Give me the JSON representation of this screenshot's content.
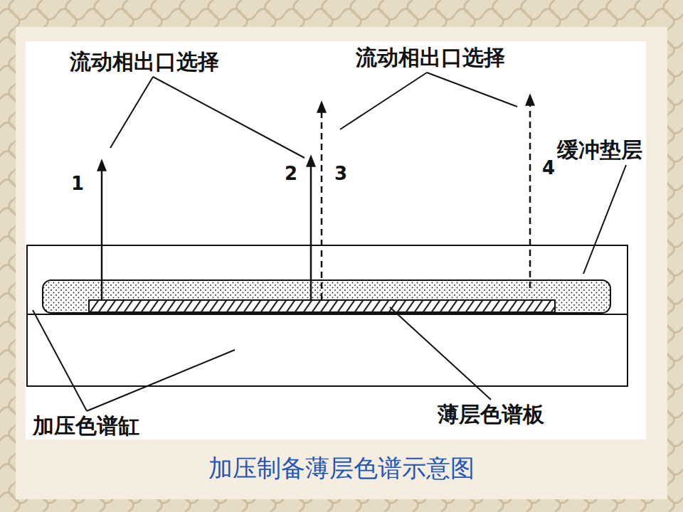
{
  "diagram": {
    "caption": "加压制备薄层色谱示意图",
    "labels": [
      "流动相出口选择",
      "流动相出口选择",
      "1",
      "2",
      "3",
      "4",
      "缓冲垫层",
      "加压色谱缸",
      "薄层色谱板"
    ]
  }
}
